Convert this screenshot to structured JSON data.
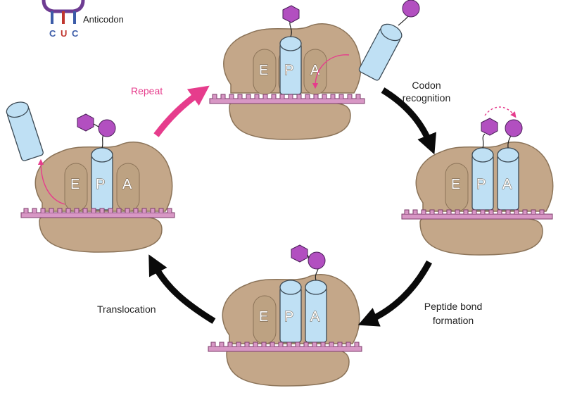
{
  "legend": {
    "nucleotides": [
      "C",
      "U",
      "C"
    ],
    "anticodon_label": "Anticodon"
  },
  "site_letters": {
    "e": "E",
    "p": "P",
    "a": "A"
  },
  "steps": {
    "repeat": "Repeat",
    "codon_recognition": [
      "Codon",
      "recognition"
    ],
    "peptide_bond_formation": [
      "Peptide bond",
      "formation"
    ],
    "translocation": "Translocation"
  },
  "colors": {
    "ribosome": "#c4a789",
    "ribosome_stroke": "#8b7358",
    "site_fill": "#bda282",
    "trna": "#bfe0f4",
    "trna_stroke": "#3c4a55",
    "mrna": "#d897c5",
    "mrna_stroke": "#7d3d6b",
    "amino_acid": "#b24fc0",
    "arrow": "#0a0a0a",
    "repeat_arrow": "#e63c8c",
    "legend_purple": "#6e3c92",
    "legend_red": "#c0362f",
    "legend_blue": "#3c5ca8"
  }
}
